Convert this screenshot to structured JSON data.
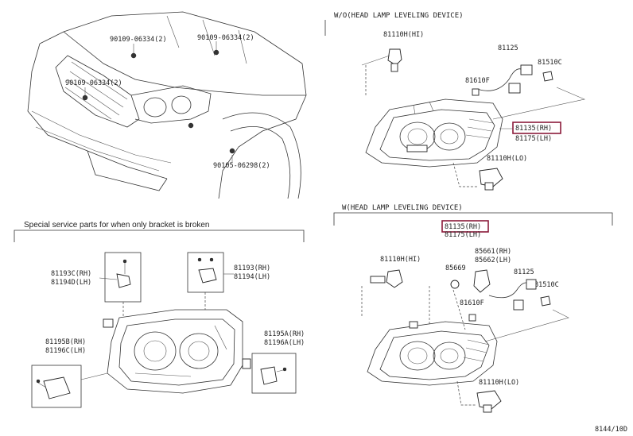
{
  "sections": {
    "top_right_title": "W/O(HEAD LAMP LEVELING DEVICE)",
    "mid_right_title": "W(HEAD LAMP LEVELING DEVICE)",
    "left_note": "Special service parts for when only bracket is broken"
  },
  "vehicle_labels": {
    "bolt_1": "90109-06334(2)",
    "bolt_2": "90109-06334(2)",
    "bolt_3": "90109-06334(2)",
    "bolt_4": "90105-06298(2)"
  },
  "wo_labels": {
    "bulb_hi": "81110H(HI)",
    "p81125": "81125",
    "p81510c": "81510C",
    "p81610f": "81610F",
    "assy_rh": "81135(RH)",
    "assy_lh": "81175(LH)",
    "bulb_lo": "81110H(LO)"
  },
  "w_labels": {
    "assy_rh": "81135(RH)",
    "assy_lh": "81175(LH)",
    "bulb_hi": "81110H(HI)",
    "p85661": "85661(RH)",
    "p85662": "85662(LH)",
    "p85669": "85669",
    "p81125": "81125",
    "p81510c": "81510C",
    "p81610f": "81610F",
    "bulb_lo": "81110H(LO)"
  },
  "bracket_labels": {
    "b1_rh": "81193C(RH)",
    "b1_lh": "81194D(LH)",
    "b2_rh": "81193(RH)",
    "b2_lh": "81194(LH)",
    "b3_rh": "81195B(RH)",
    "b3_lh": "81196C(LH)",
    "b4_rh": "81195A(RH)",
    "b4_lh": "81196A(LH)"
  },
  "footer_code": "8144/10D",
  "highlight_color": "#8b1a3a"
}
